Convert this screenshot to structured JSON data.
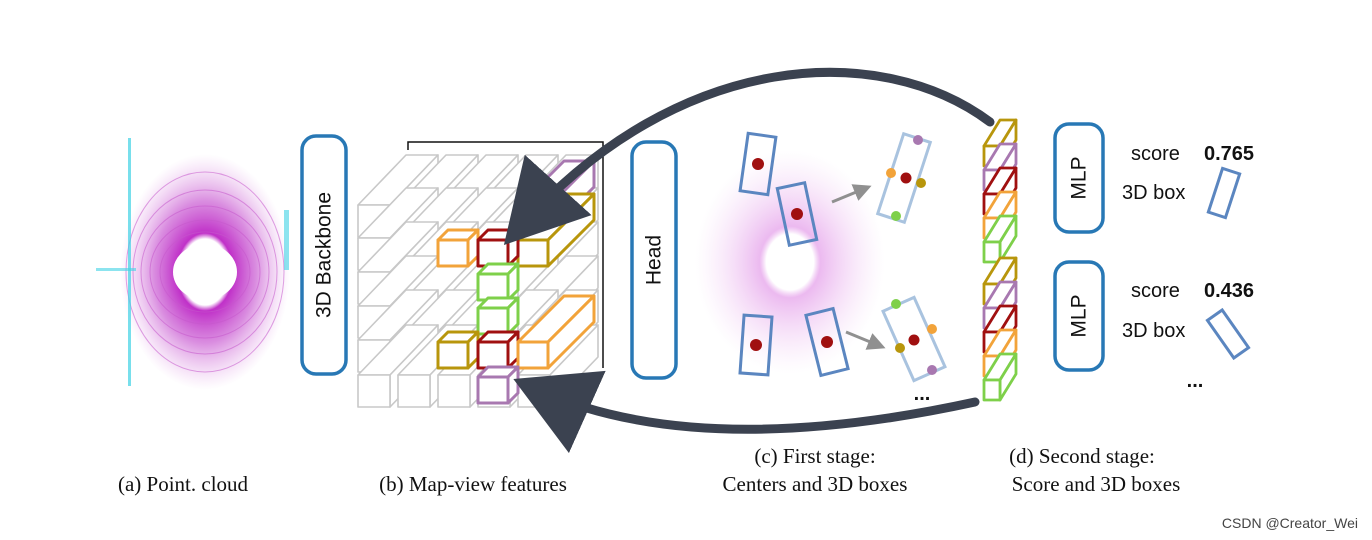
{
  "labels": {
    "backbone": "3D Backbone",
    "head": "Head",
    "mlp_top": "MLP",
    "mlp_bottom": "MLP",
    "score_word_top": "score",
    "score_value_top": "0.765",
    "box_word_top": "3D box",
    "score_word_bottom": "score",
    "score_value_bottom": "0.436",
    "box_word_bottom": "3D box",
    "ellipsis_stage1": "...",
    "ellipsis_stage2": "..."
  },
  "captions": {
    "a": "(a) Point. cloud",
    "b": "(b) Map-view features",
    "c_line1": "(c) First stage:",
    "c_line2": "Centers and 3D boxes",
    "d_line1": "(d) Second stage:",
    "d_line2": "Score and 3D boxes"
  },
  "watermark": "CSDN @Creator_Wei",
  "colors": {
    "panel_blue": "#2878b5",
    "box_blue": "#5b86c0",
    "box_light": "#a9c3df",
    "arrow_dark": "#3b4250",
    "grid_gray": "#c8c8c8",
    "center_red": "#a01010",
    "feat_gold": "#b8960c",
    "feat_purple": "#a878b0",
    "feat_red": "#a01010",
    "feat_orange": "#f2a33a",
    "feat_green": "#7ed04a",
    "point_magenta": "#c040c8",
    "point_cyan": "#40d0e0"
  }
}
